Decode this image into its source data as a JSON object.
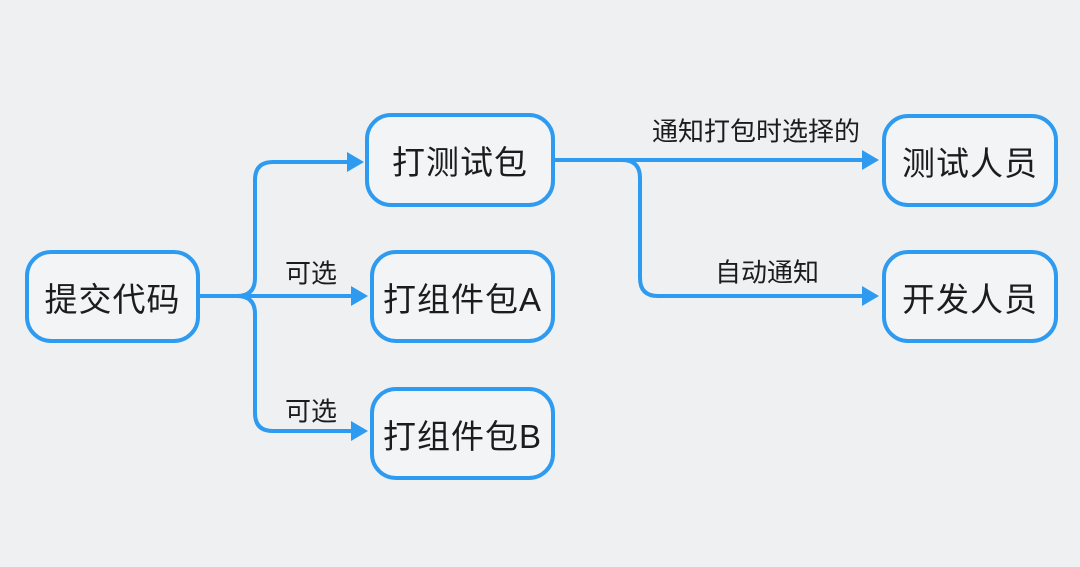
{
  "diagram": {
    "type": "flowchart",
    "colors": {
      "background": "#eff0f1",
      "accent": "#2e9bf0",
      "node_fill": "#f3f4f5",
      "text": "#1b1c1e"
    },
    "nodes": [
      {
        "id": "submit-code",
        "label": "提交代码"
      },
      {
        "id": "build-test-package",
        "label": "打测试包"
      },
      {
        "id": "build-component-package-a",
        "label": "打组件包A"
      },
      {
        "id": "build-component-package-b",
        "label": "打组件包B"
      },
      {
        "id": "testers",
        "label": "测试人员"
      },
      {
        "id": "developers",
        "label": "开发人员"
      }
    ],
    "edges": [
      {
        "from": "submit-code",
        "to": "build-test-package",
        "label": ""
      },
      {
        "from": "submit-code",
        "to": "build-component-package-a",
        "label": "可选"
      },
      {
        "from": "submit-code",
        "to": "build-component-package-b",
        "label": "可选"
      },
      {
        "from": "build-test-package",
        "to": "testers",
        "label": "通知打包时选择的"
      },
      {
        "from": "build-test-package",
        "to": "developers",
        "label": "自动通知"
      }
    ]
  }
}
